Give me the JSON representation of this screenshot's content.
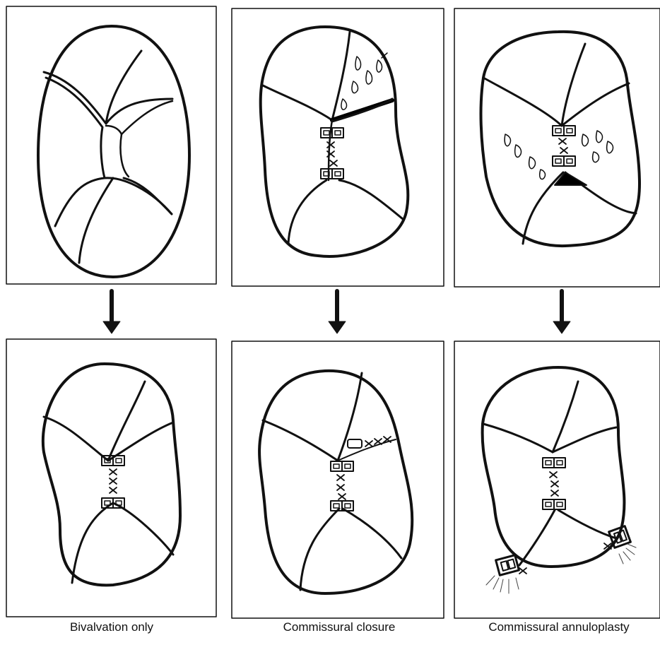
{
  "captions": {
    "bivalvation": "Bivalvation only",
    "closure": "Commissural closure",
    "annuloplasty": "Commissural annuloplasty"
  },
  "colors": {
    "ink": "#111111",
    "background": "#ffffff"
  }
}
